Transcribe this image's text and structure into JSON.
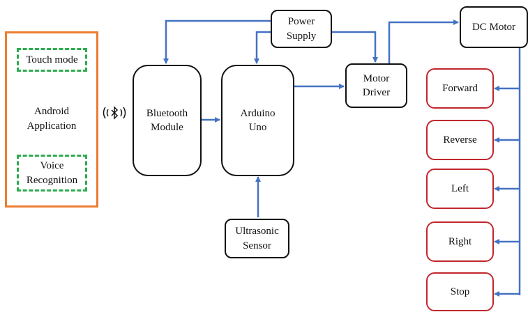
{
  "android_app": {
    "label": "Android\nApplication",
    "touch_mode": "Touch mode",
    "voice_recognition": "Voice\nRecognition"
  },
  "bluetooth_icon": "bluetooth-icon",
  "nodes": {
    "bluetooth_module": "Bluetooth\nModule",
    "arduino_uno": "Arduino\nUno",
    "power_supply": "Power\nSupply",
    "motor_driver": "Motor\nDriver",
    "dc_motor": "DC Motor",
    "ultrasonic_sensor": "Ultrasonic\nSensor"
  },
  "outputs": [
    "Forward",
    "Reverse",
    "Left",
    "Right",
    "Stop"
  ],
  "colors": {
    "arrow": "#4472c4",
    "output_border": "#c1272d",
    "app_border": "#ed7d31",
    "mode_border": "#2eaa4f"
  }
}
